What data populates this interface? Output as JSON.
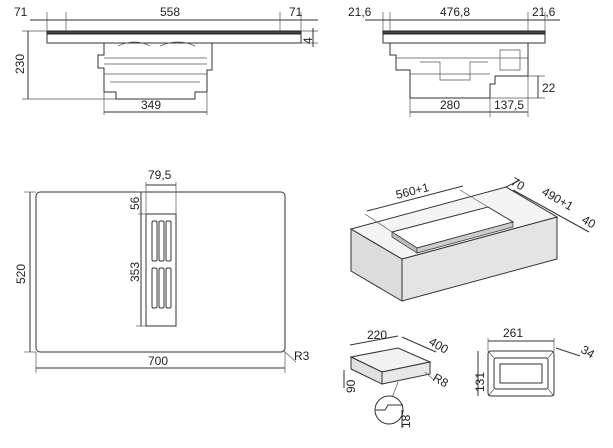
{
  "dimensions": {
    "side_view": {
      "left_margin": "71",
      "total_width": "558",
      "right_margin": "71",
      "glass_thickness": "4",
      "depth": "230",
      "bottom_width": "349"
    },
    "front_view": {
      "left_margin": "21,6",
      "width": "476,8",
      "right_margin": "21,6",
      "bottom_width": "280",
      "offset": "137,5",
      "step_height": "22"
    },
    "top_view": {
      "vent_width": "79,5",
      "vent_offset": "56",
      "vent_length": "353",
      "height": "520",
      "width": "700",
      "corner_radius": "R3"
    },
    "cutout_3d": {
      "cutout_width": "560+1",
      "cutout_depth": "490+1",
      "front_margin": "70",
      "back_margin": "40"
    },
    "filter_box": {
      "width": "220",
      "depth": "400",
      "height": "90",
      "radius": "R8",
      "detail": "18"
    },
    "frame": {
      "width": "261",
      "height": "131",
      "depth": "34"
    }
  }
}
